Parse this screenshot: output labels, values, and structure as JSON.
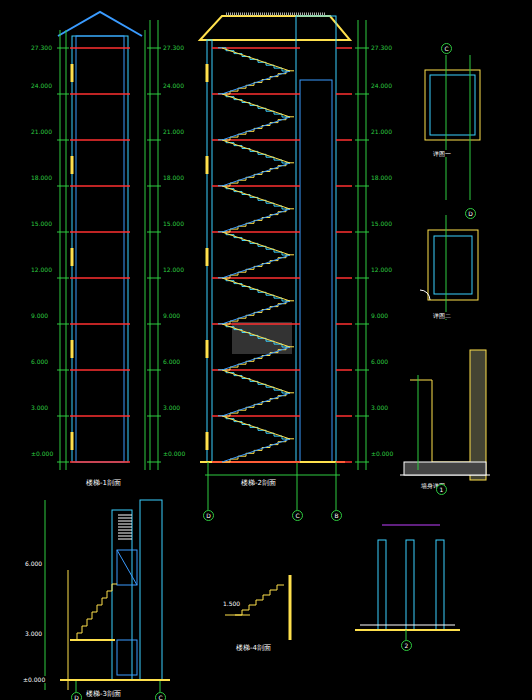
{
  "diagram": {
    "nodes": [
      {
        "text": [
          "D"
        ]
      },
      {
        "text": [
          "C"
        ]
      },
      {
        "text": [
          "B"
        ]
      },
      {
        "text": [
          "D"
        ]
      },
      {
        "text": [
          "C"
        ]
      },
      {
        "text": [
          "1"
        ]
      },
      {
        "text": [
          "2"
        ]
      },
      {
        "text": [
          "C"
        ]
      },
      {
        "text": [
          "D"
        ]
      }
    ],
    "labels": [
      "楼梯-1剖面",
      "楼梯-2剖面",
      "楼梯-3剖面",
      "楼梯-4剖面",
      "±0.000",
      "3.000",
      "6.000",
      "9.000",
      "12.000",
      "15.000",
      "18.000",
      "21.000",
      "24.000",
      "27.300",
      "±0.000",
      "3.000",
      "6.000",
      "9.000",
      "12.000",
      "15.000",
      "18.000",
      "21.000",
      "24.000",
      "27.300",
      "±0.000",
      "3.000",
      "6.000",
      "9.000",
      "12.000",
      "15.000",
      "18.000",
      "21.000",
      "24.000",
      "27.300",
      "详图一",
      "详图二",
      "墙身详图",
      "±0.000",
      "3.000",
      "6.000",
      "1.500"
    ]
  }
}
